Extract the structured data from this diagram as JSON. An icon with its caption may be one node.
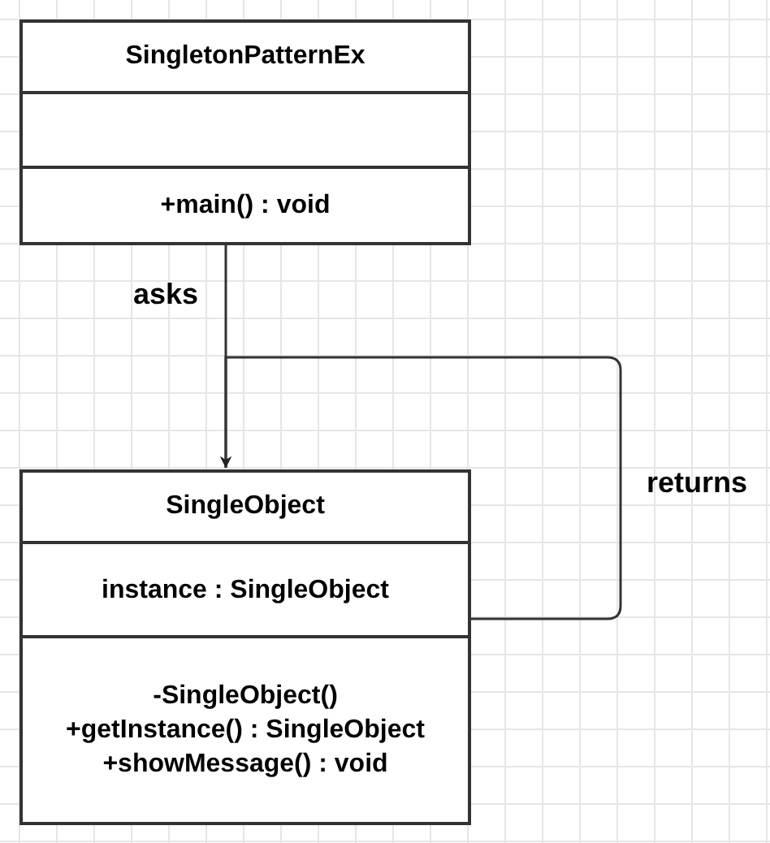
{
  "diagram": {
    "nodes": [
      {
        "text": [
          "SingletonPatternEx"
        ]
      },
      {
        "text": [],
        "shape": "box",
        "in": 0
      },
      {
        "text": [
          "+main() : void"
        ],
        "in": 0
      },
      {
        "text": [
          "SingleObject"
        ]
      },
      {
        "text": [
          "instance : SingleObject"
        ],
        "in": 3
      },
      {
        "text": [
          "-SingleObject()",
          "+getInstance() : SingleObject",
          "+showMessage() : void"
        ],
        "in": 3
      }
    ],
    "edges": [
      {
        "from": 2,
        "to": 3,
        "arrow": "to",
        "label": "asks"
      },
      {
        "from": 4,
        "to": 3,
        "arrow": "to",
        "label": "returns"
      }
    ]
  }
}
